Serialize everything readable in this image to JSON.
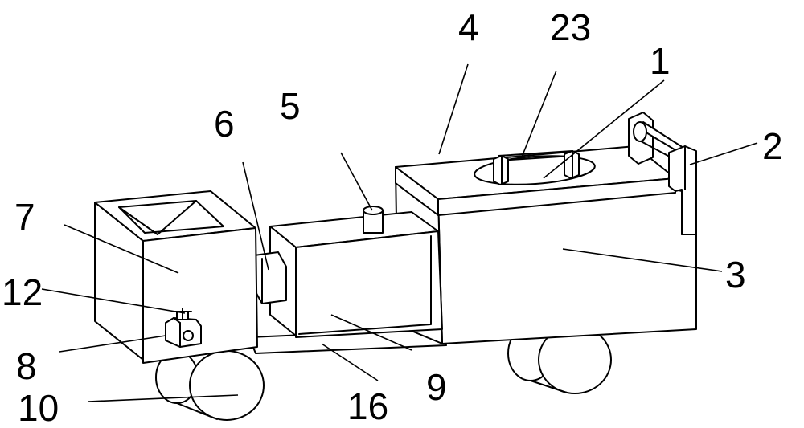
{
  "labels": [
    {
      "id": "1",
      "text": "1"
    },
    {
      "id": "2",
      "text": "2"
    },
    {
      "id": "3",
      "text": "3"
    },
    {
      "id": "4",
      "text": "4"
    },
    {
      "id": "5",
      "text": "5"
    },
    {
      "id": "6",
      "text": "6"
    },
    {
      "id": "7",
      "text": "7"
    },
    {
      "id": "8",
      "text": "8"
    },
    {
      "id": "9",
      "text": "9"
    },
    {
      "id": "10",
      "text": "10"
    },
    {
      "id": "12",
      "text": "12"
    },
    {
      "id": "16",
      "text": "16"
    },
    {
      "id": "23",
      "text": "23"
    }
  ]
}
